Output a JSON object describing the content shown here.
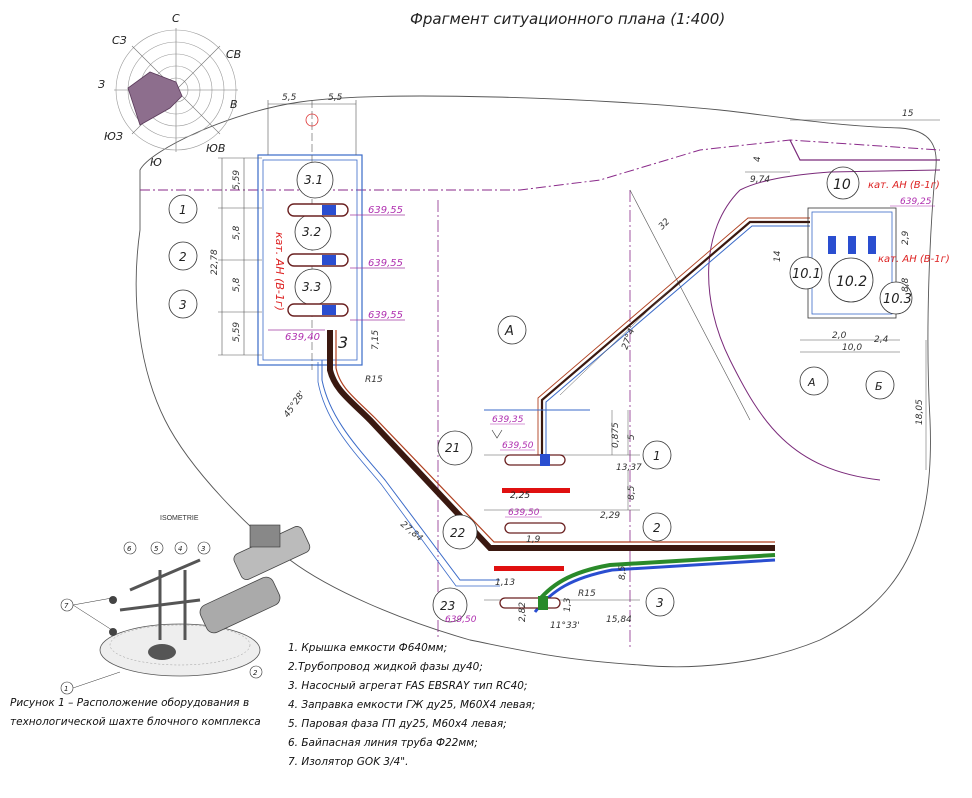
{
  "title": "Фрагмент ситуационного плана (1:400)",
  "compass": {
    "n": "С",
    "nw": "СЗ",
    "ne": "СВ",
    "w": "З",
    "e": "В",
    "sw": "ЮЗ",
    "s": "Ю",
    "se": "ЮВ"
  },
  "block_left": {
    "top_dims": [
      "5,5",
      "5,5"
    ],
    "side_dims": [
      "5,59",
      "5,8",
      "5,8",
      "5,59"
    ],
    "total_dim": "22,78",
    "row_circles": [
      "1",
      "2",
      "3"
    ],
    "tanks": [
      "3.1",
      "3.2",
      "3.3"
    ],
    "elevations": [
      "639,55",
      "639,55",
      "639,55",
      "639,40"
    ],
    "zone_label": "кат. АН (В-1г)",
    "block_no": "3",
    "offset_dim": "7,15",
    "angle": "45°28'",
    "radius": "R15",
    "pipe_len": "27,84"
  },
  "block_right": {
    "label": "10",
    "zone_label": "кат. АН (В-1г)",
    "zone_label2": "кат. АН (В-1г)",
    "elevation": "639,25",
    "tanks": [
      "10.1",
      "10.2",
      "10.3"
    ],
    "dims": [
      "15",
      "4",
      "9,74",
      "14",
      "2,9",
      "8,8",
      "2,0",
      "2,4",
      "10,0",
      "18,05"
    ],
    "axes": [
      "А",
      "Б"
    ]
  },
  "block_mid": {
    "axis": "А",
    "diag_dim": "32",
    "angle": "27°4'",
    "elev_top": "639,35",
    "tanks": [
      "21",
      "22",
      "23"
    ],
    "elevations": [
      "639,50",
      "639,50",
      "639,50"
    ],
    "row_circles": [
      "1",
      "2",
      "3"
    ],
    "dims": [
      "0,875",
      "5",
      "13,37",
      "8,5",
      "2,25",
      "2,29",
      "1,9",
      "1,13",
      "8,5",
      "R15",
      "1,3",
      "2,82",
      "15,84"
    ],
    "angle2": "11°33'"
  },
  "iso": {
    "title": "ISOMETRIE",
    "callouts": [
      "6",
      "5",
      "4",
      "3",
      "7",
      "2",
      "1"
    ]
  },
  "figure_caption": [
    "Рисунок 1 – Расположение оборудования в",
    "технологической шахте блочного комплекса"
  ],
  "legend": [
    "1. Крышка емкости Ф640мм;",
    "2.Трубопровод жидкой фазы ду40;",
    "3. Насосный агрегат FAS EBSRAY тип RC40;",
    "4. Заправка емкости ГЖ ду25, М60Х4 левая;",
    "5. Паровая фаза ГП ду25, М60х4 левая;",
    "6. Байпасная линия труба Ф22мм;",
    "7. Изолятор GOK 3/4\"."
  ]
}
